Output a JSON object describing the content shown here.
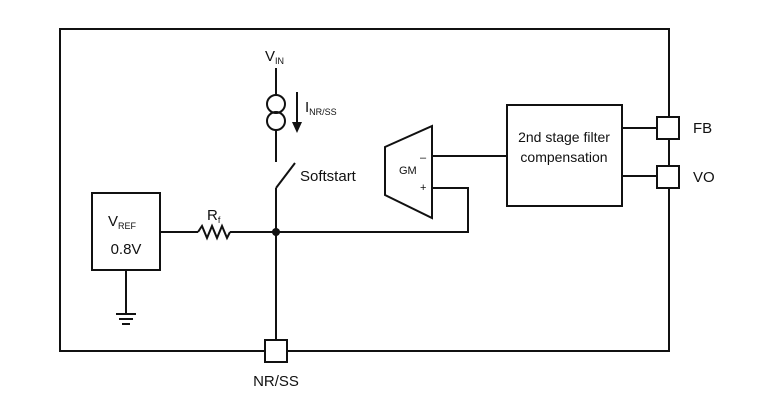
{
  "vin": {
    "main": "V",
    "sub": "IN"
  },
  "current": {
    "main": "I",
    "sub": "NR/SS"
  },
  "switch_label": "Softstart",
  "vref": {
    "main": "V",
    "sub": "REF",
    "value": "0.8V"
  },
  "resistor": {
    "main": "R",
    "sub": "f"
  },
  "amp": {
    "label": "GM",
    "minus": "–",
    "plus": "+"
  },
  "filter": {
    "line1": "2nd stage filter",
    "line2": "compensation"
  },
  "pins": {
    "fb": "FB",
    "vo": "VO",
    "nrss": "NR/SS"
  }
}
